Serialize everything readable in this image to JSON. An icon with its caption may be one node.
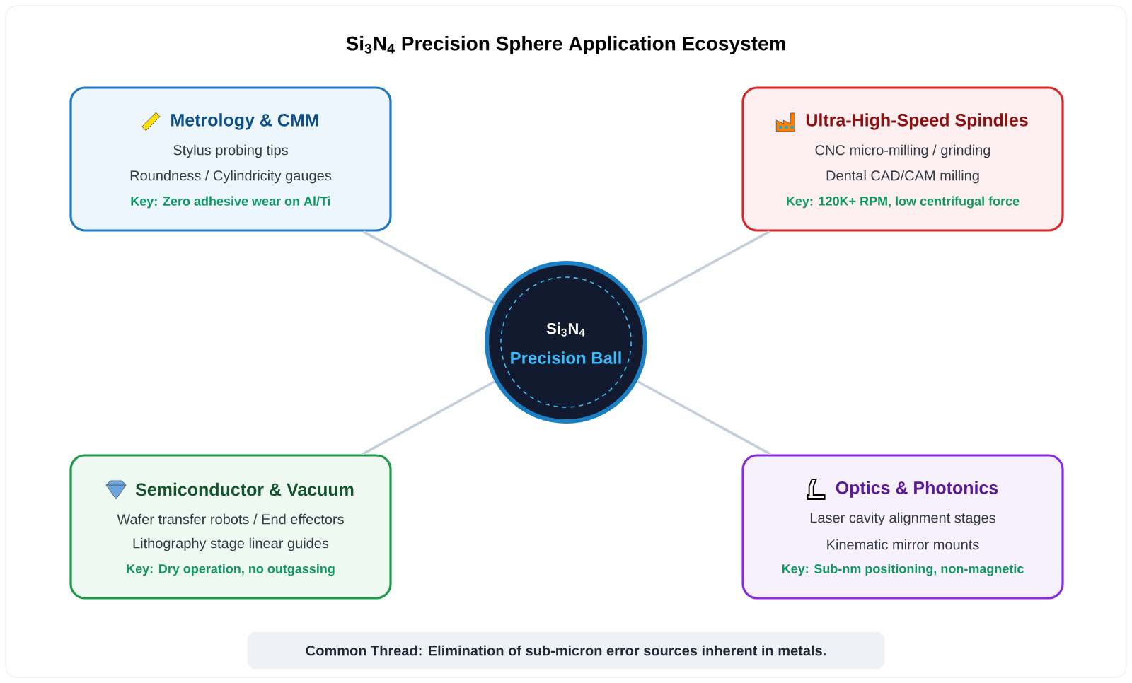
{
  "diagram": {
    "title": "Si$_{3}$N$_{4}$ Precision Sphere Application Ecosystem",
    "nodes": [
      {
        "text": [
          "Si$_{3}$N$_{4}$",
          "Precision Ball"
        ]
      },
      {
        "text": [
          "Metrology & CMM",
          "Stylus probing tips",
          "Roundness / Cylindricity gauges",
          "Key: Zero adhesive wear on Al/Ti"
        ]
      },
      {
        "text": [
          "Ultra-High-Speed Spindles",
          "CNC micro-milling / grinding",
          "Dental CAD/CAM milling",
          "Key: 120K+ RPM, low centrifugal force"
        ]
      },
      {
        "text": [
          "Semiconductor & Vacuum",
          "Wafer transfer robots / End effectors",
          "Lithography stage linear guides",
          "Key: Dry operation, no outgassing"
        ]
      },
      {
        "text": [
          "Optics & Photonics",
          "Laser cavity alignment stages",
          "Kinematic mirror mounts",
          "Key: Sub-nm positioning, non-magnetic"
        ]
      },
      {
        "text": [
          "Common Thread: Elimination of sub-micron error sources inherent in metals."
        ]
      }
    ],
    "edges": [
      {
        "from": 0,
        "to": 1,
        "arrow": "none"
      },
      {
        "from": 0,
        "to": 2,
        "arrow": "none"
      },
      {
        "from": 0,
        "to": 3,
        "arrow": "none"
      },
      {
        "from": 0,
        "to": 4,
        "arrow": "none"
      }
    ]
  }
}
